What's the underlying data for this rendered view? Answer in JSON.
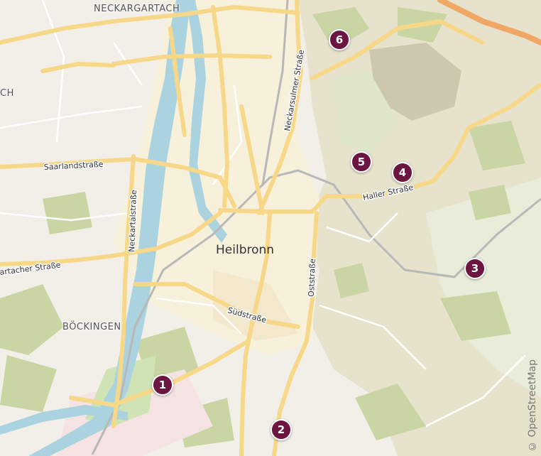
{
  "map": {
    "place_labels": {
      "neckargartach": "NECKARGARTACH",
      "bockingen": "BÖCKINGEN",
      "heilbronn": "Heilbronn",
      "partial_left": "CH"
    },
    "street_labels": {
      "neckarsulmer": "Neckarsulmer Straße",
      "saarland": "Saarlandstraße",
      "neckartal": "Neckartalstraße",
      "gartacher": "artacher Straße",
      "sued": "Südstraße",
      "ost": "Oststraße",
      "haller": "Haller Straße"
    },
    "markers": [
      {
        "label": "1"
      },
      {
        "label": "2"
      },
      {
        "label": "3"
      },
      {
        "label": "4"
      },
      {
        "label": "5"
      },
      {
        "label": "6"
      }
    ],
    "attribution": "© OpenStreetMap",
    "colors": {
      "marker": "#6b1540",
      "water": "#aad3df",
      "road": "#f7d788",
      "forest": "#c8d7a3",
      "land": "#f2efe9",
      "hills": "#e3ddc6"
    }
  }
}
